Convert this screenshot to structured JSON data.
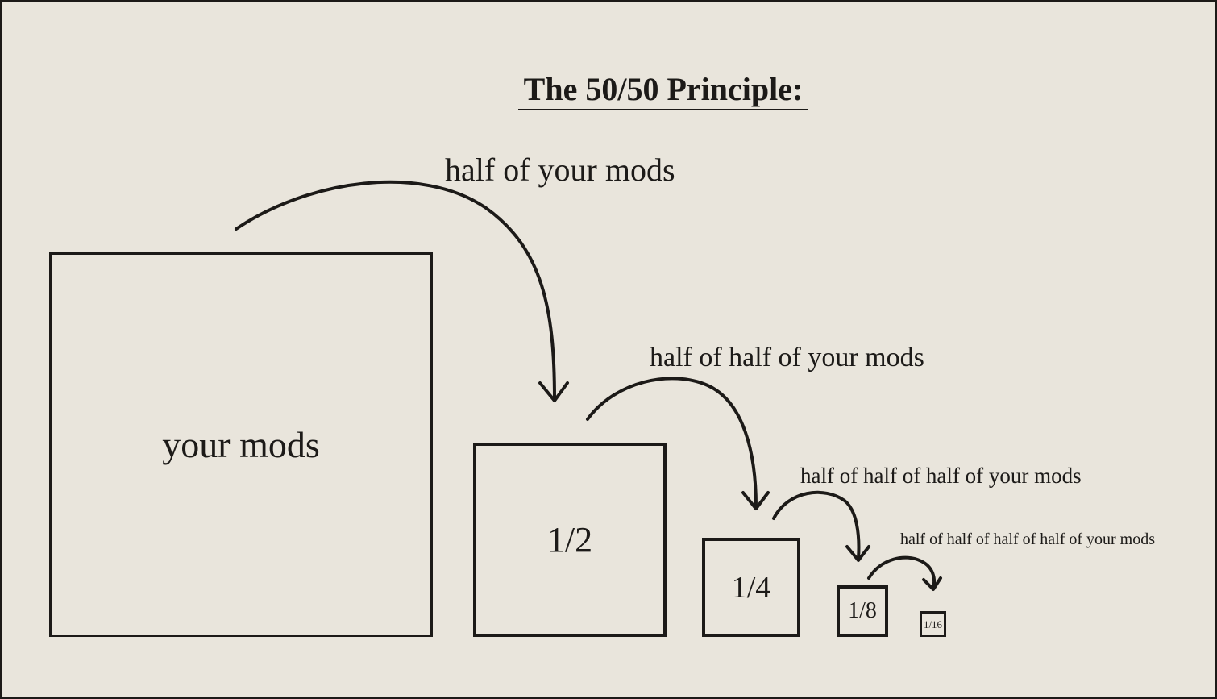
{
  "title": "The 50/50 Principle:",
  "boxes": {
    "full": "your mods",
    "half": "1/2",
    "quarter": "1/4",
    "eighth": "1/8",
    "sixteenth": "1/16"
  },
  "arrow_labels": [
    "half of your mods",
    "half of half of your mods",
    "half of half of half of your mods",
    "half of half of half of half of your mods"
  ],
  "colors": {
    "background": "#e9e5dc",
    "ink": "#1c1a18"
  }
}
